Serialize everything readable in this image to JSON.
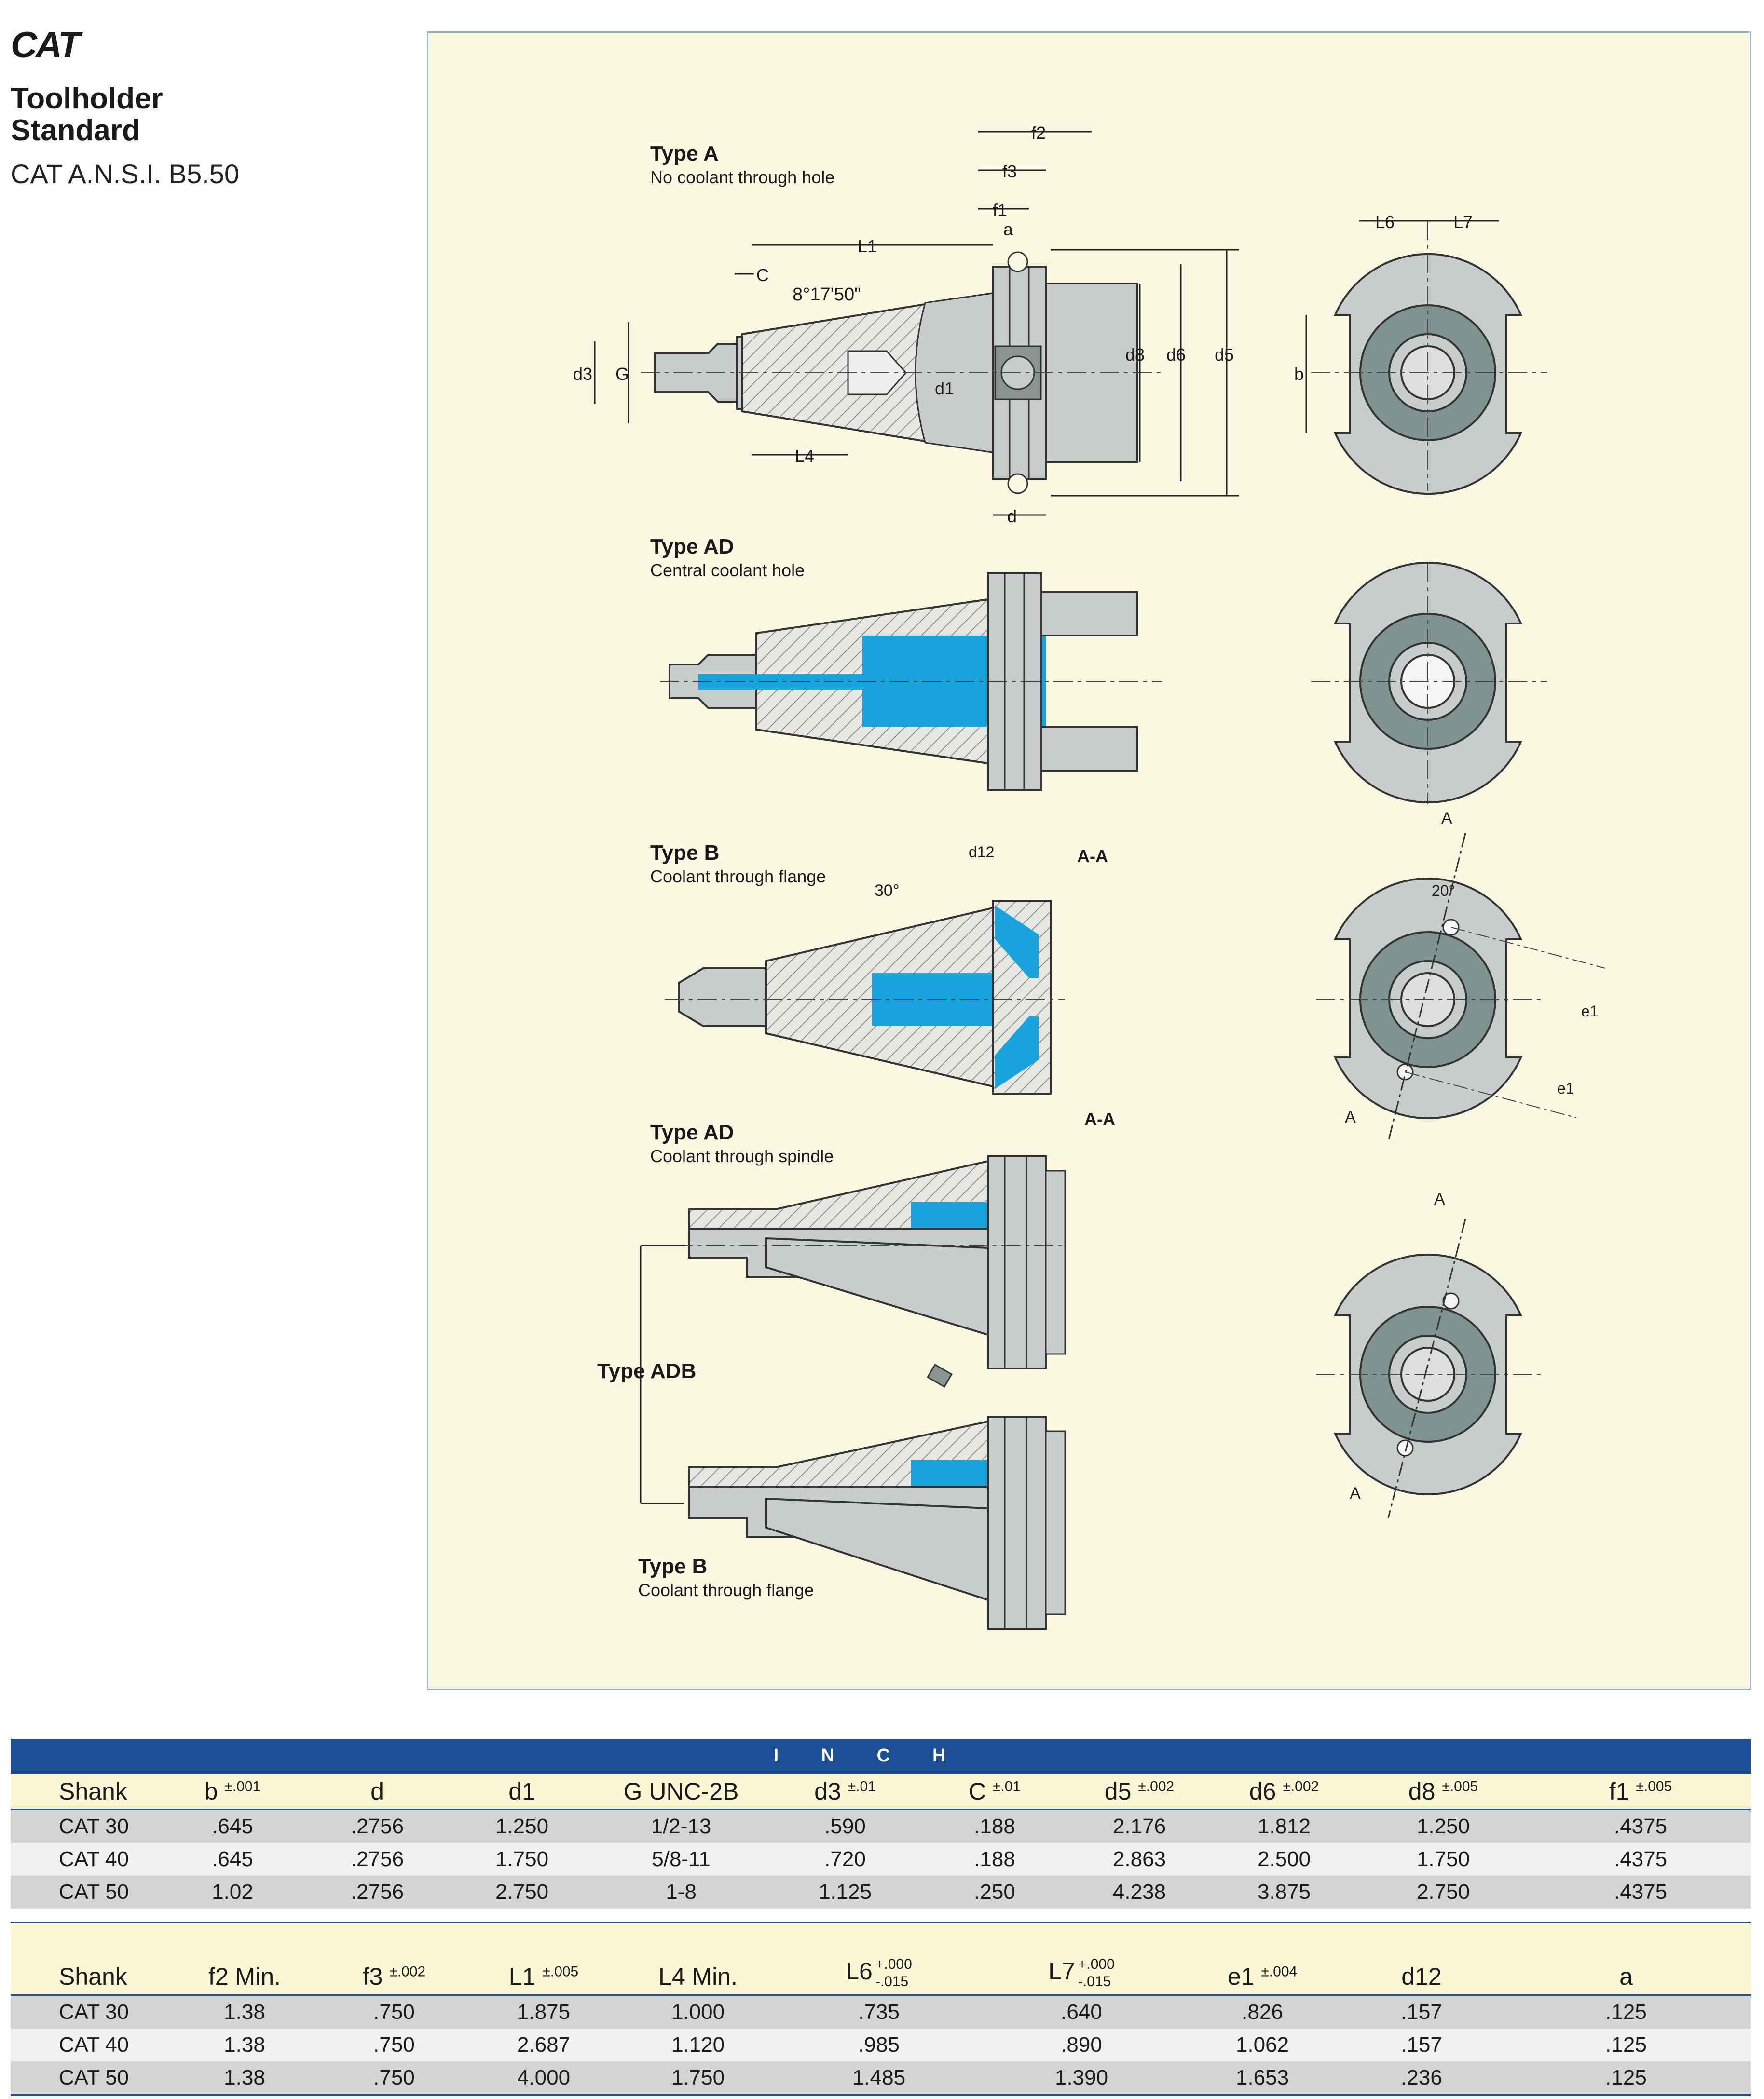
{
  "header": {
    "brand": "CAT",
    "title_line1": "Toolholder",
    "title_line2": "Standard",
    "subtitle": "CAT A.N.S.I. B5.50"
  },
  "drawing": {
    "colors": {
      "panel_bg": "#fbf8e1",
      "steel": "#c8cccd",
      "dark_steel": "#7f9490",
      "coolant": "#1aa4dd",
      "hatch": "#777777"
    },
    "type_a": {
      "title": "Type A",
      "desc": "No coolant through hole"
    },
    "type_ad1": {
      "title": "Type AD",
      "desc": "Central coolant hole"
    },
    "type_b1": {
      "title": "Type B",
      "desc": "Coolant through flange"
    },
    "type_ad2": {
      "title": "Type AD",
      "desc": "Coolant through spindle"
    },
    "type_adb": "Type ADB",
    "type_b2": {
      "title": "Type B",
      "desc": "Coolant through flange"
    },
    "section_aa_1": "A-A",
    "section_aa_2": "A-A",
    "angle_taper": "8°17'50\"",
    "angle_30": "30°",
    "angle_20": "20°",
    "labels": {
      "f2": "f2",
      "f3": "f3",
      "f1": "f1",
      "a": "a",
      "L1": "L1",
      "C": "C",
      "d3": "d3",
      "G": "G",
      "d1": "d1",
      "L4": "L4",
      "d": "d",
      "d8": "d8",
      "d6": "d6",
      "d5": "d5",
      "L6": "L6",
      "L7": "L7",
      "b": "b",
      "d12": "d12",
      "e1": "e1",
      "A": "A"
    }
  },
  "table1": {
    "band": "INCH",
    "headers": [
      {
        "name": "Shank",
        "tol": ""
      },
      {
        "name": "b",
        "tol": "±.001"
      },
      {
        "name": "d",
        "tol": ""
      },
      {
        "name": "d1",
        "tol": ""
      },
      {
        "name": "G UNC-2B",
        "tol": ""
      },
      {
        "name": "d3",
        "tol": "±.01"
      },
      {
        "name": "C",
        "tol": "±.01"
      },
      {
        "name": "d5",
        "tol": "±.002"
      },
      {
        "name": "d6",
        "tol": "±.002"
      },
      {
        "name": "d8",
        "tol": "±.005"
      },
      {
        "name": "f1",
        "tol": "±.005"
      }
    ],
    "rows": [
      [
        "CAT 30",
        ".645",
        ".2756",
        "1.250",
        "1/2-13",
        ".590",
        ".188",
        "2.176",
        "1.812",
        "1.250",
        ".4375"
      ],
      [
        "CAT 40",
        ".645",
        ".2756",
        "1.750",
        "5/8-11",
        ".720",
        ".188",
        "2.863",
        "2.500",
        "1.750",
        ".4375"
      ],
      [
        "CAT 50",
        "1.02",
        ".2756",
        "2.750",
        "1-8",
        "1.125",
        ".250",
        "4.238",
        "3.875",
        "2.750",
        ".4375"
      ]
    ]
  },
  "table2": {
    "headers": [
      {
        "name": "Shank",
        "tol": ""
      },
      {
        "name": "f2 Min.",
        "tol": ""
      },
      {
        "name": "f3",
        "tol": "±.002"
      },
      {
        "name": "L1",
        "tol": "±.005"
      },
      {
        "name": "L4 Min.",
        "tol": ""
      },
      {
        "name": "L6",
        "tol_up": "+.000",
        "tol_dn": "-.015"
      },
      {
        "name": "L7",
        "tol_up": "+.000",
        "tol_dn": "-.015"
      },
      {
        "name": "e1",
        "tol": "±.004"
      },
      {
        "name": "d12",
        "tol": ""
      },
      {
        "name": "a",
        "tol": ""
      }
    ],
    "rows": [
      [
        "CAT 30",
        "1.38",
        ".750",
        "1.875",
        "1.000",
        ".735",
        ".640",
        ".826",
        ".157",
        ".125"
      ],
      [
        "CAT 40",
        "1.38",
        ".750",
        "2.687",
        "1.120",
        ".985",
        ".890",
        "1.062",
        ".157",
        ".125"
      ],
      [
        "CAT 50",
        "1.38",
        ".750",
        "4.000",
        "1.750",
        "1.485",
        "1.390",
        "1.653",
        ".236",
        ".125"
      ]
    ]
  }
}
